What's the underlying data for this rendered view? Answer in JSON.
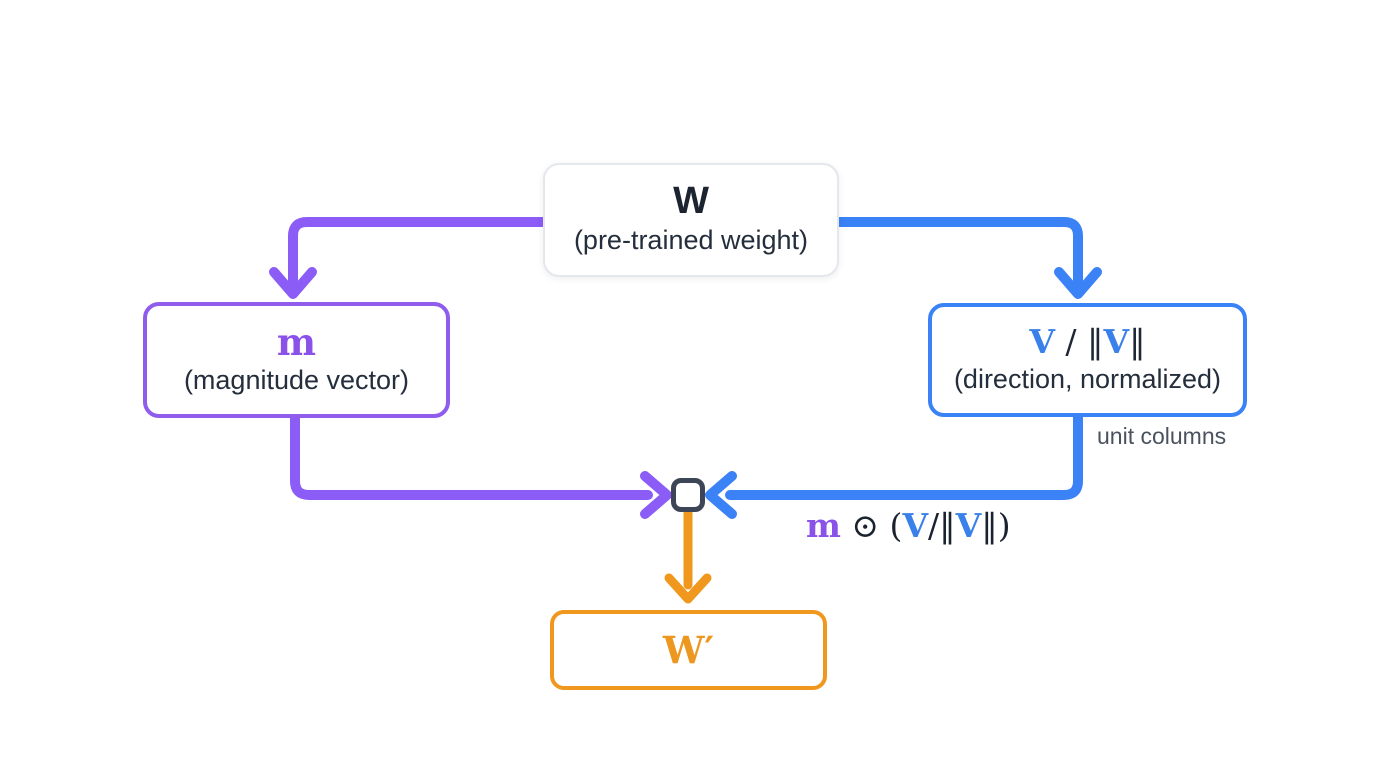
{
  "colors": {
    "purple": "#8b5cf6",
    "blue": "#3b82f6",
    "orange": "#f0971e",
    "slate": "#3d4656",
    "node_border_gray": "#e4e7ec",
    "text_dark": "#1e2735",
    "text_gray": "#49525e"
  },
  "nodes": {
    "pretrained": {
      "symbol": "W",
      "caption": "(pre-trained weight)"
    },
    "magnitude": {
      "symbol": "m",
      "caption": "(magnitude vector)"
    },
    "direction": {
      "title_v1": "V",
      "title_mid": " / ‖",
      "title_v2": "V",
      "title_end": "‖",
      "caption": "(direction, normalized)",
      "note": "unit columns"
    },
    "result": {
      "symbol": "W′"
    }
  },
  "formula": {
    "m": "m",
    "op": " ⊙ (",
    "v1": "V",
    "mid": "/‖",
    "v2": "V",
    "end": "‖)"
  }
}
